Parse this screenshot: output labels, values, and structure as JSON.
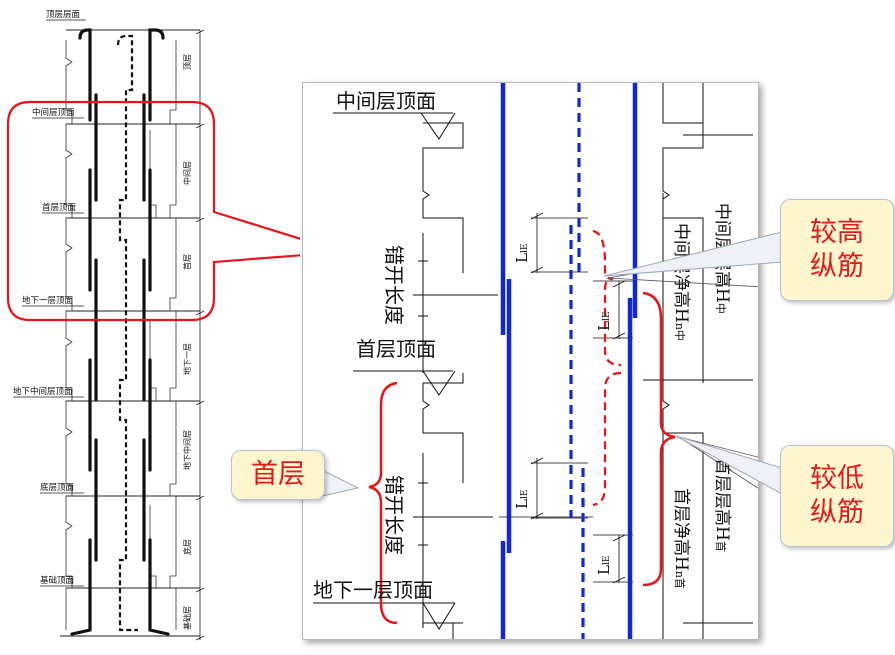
{
  "overview": {
    "levels": [
      "顶层层面",
      "中间层顶面",
      "首层顶面",
      "地下一层顶面",
      "地下中间层顶面",
      "底层顶面",
      "基础顶面"
    ],
    "floors": [
      "顶层",
      "中间层",
      "首层",
      "地下一层",
      "地下中间层",
      "底层",
      "基础层"
    ]
  },
  "detail": {
    "levels": [
      "中间层顶面",
      "首层顶面",
      "地下一层顶面"
    ],
    "stagger_label": "错开长度",
    "lap_label": "L",
    "lap_subscript": "lE",
    "net_height_middle": "中间层净高H",
    "net_height_middle_sub": "n中",
    "height_middle": "中间层层高H",
    "height_middle_sub": "中",
    "net_height_first": "首层净高H",
    "net_height_first_sub": "n首",
    "height_first": "首层层高H",
    "height_first_sub": "首"
  },
  "callouts": {
    "higher_bar_line1": "较高",
    "higher_bar_line2": "纵筋",
    "lower_bar_line1": "较低",
    "lower_bar_line2": "纵筋",
    "first_floor": "首层"
  },
  "colors": {
    "bar_blue": "#1228d8",
    "highlight_red": "#e8141b",
    "callout_fill": "#fdf6cf",
    "callout_text": "#e21a1a"
  }
}
